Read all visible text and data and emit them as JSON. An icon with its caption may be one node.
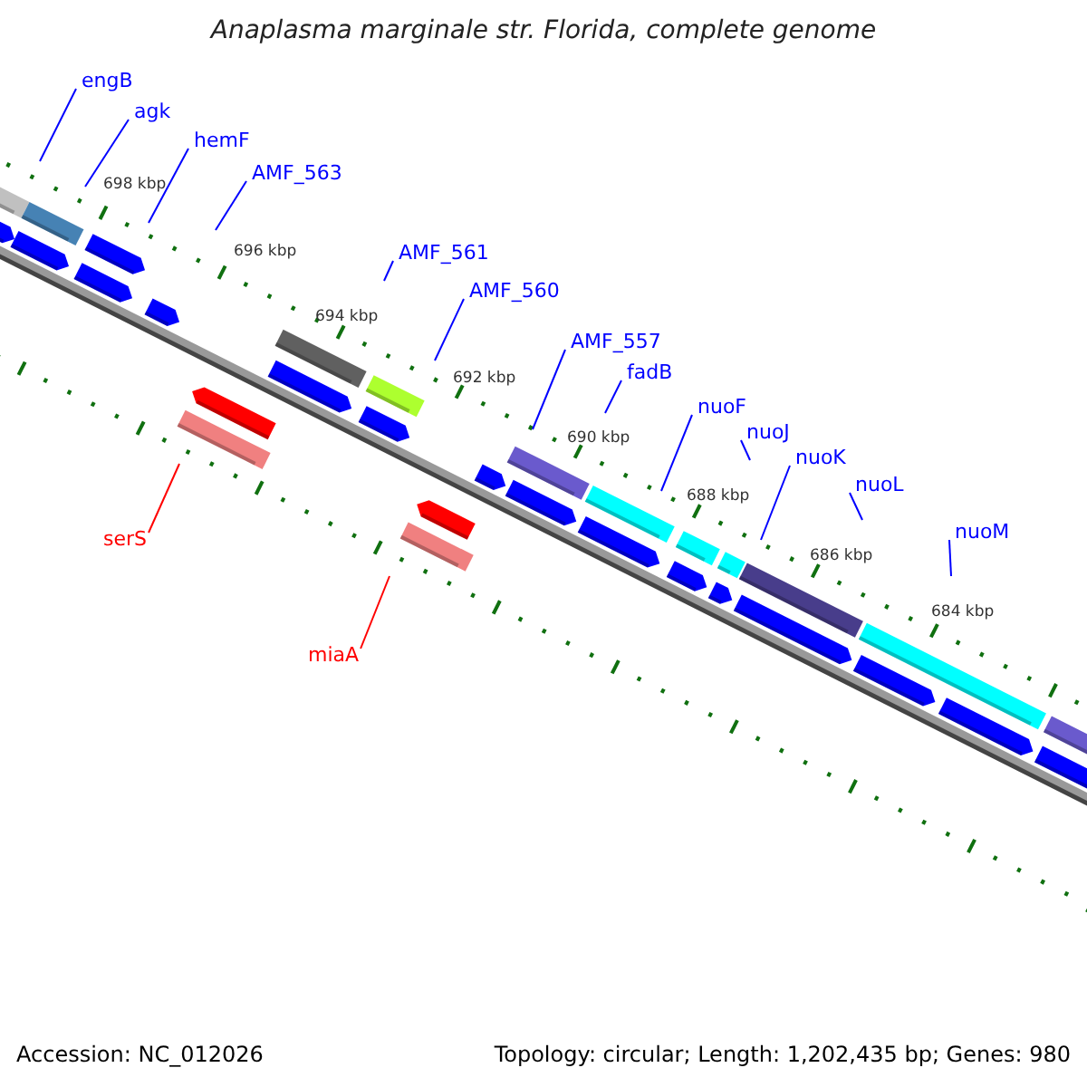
{
  "diagram": {
    "title": "Anaplasma marginale str. Florida, complete genome",
    "nodes": [
      {
        "text": [
          "engB"
        ]
      },
      {
        "text": [
          "agk"
        ]
      },
      {
        "text": [
          "hemF"
        ]
      },
      {
        "text": [
          "AMF_563"
        ]
      },
      {
        "text": [
          "AMF_561"
        ]
      },
      {
        "text": [
          "AMF_560"
        ]
      },
      {
        "text": [
          "AMF_557"
        ]
      },
      {
        "text": [
          "fadB"
        ]
      },
      {
        "text": [
          "nuoF"
        ]
      },
      {
        "text": [
          "nuoJ"
        ]
      },
      {
        "text": [
          "nuoK"
        ]
      },
      {
        "text": [
          "nuoL"
        ]
      },
      {
        "text": [
          "nuoM"
        ]
      },
      {
        "text": [
          "serS"
        ]
      },
      {
        "text": [
          "miaA"
        ]
      }
    ],
    "edges": [
      {
        "from": 0,
        "to": null,
        "arrow": "none"
      },
      {
        "from": 1,
        "to": null,
        "arrow": "none"
      },
      {
        "from": 2,
        "to": null,
        "arrow": "none"
      },
      {
        "from": 3,
        "to": null,
        "arrow": "none"
      },
      {
        "from": 4,
        "to": null,
        "arrow": "none"
      },
      {
        "from": 5,
        "to": null,
        "arrow": "none"
      },
      {
        "from": 6,
        "to": null,
        "arrow": "none"
      },
      {
        "from": 7,
        "to": null,
        "arrow": "none"
      },
      {
        "from": 8,
        "to": null,
        "arrow": "none"
      },
      {
        "from": 9,
        "to": null,
        "arrow": "none"
      },
      {
        "from": 10,
        "to": null,
        "arrow": "none"
      },
      {
        "from": 11,
        "to": null,
        "arrow": "none"
      },
      {
        "from": 12,
        "to": null,
        "arrow": "none"
      },
      {
        "from": 13,
        "to": null,
        "arrow": "none",
        "color": "#ff0000"
      },
      {
        "from": 14,
        "to": null,
        "arrow": "none",
        "color": "#ff0000"
      }
    ],
    "labels": [
      "698 kbp",
      "696 kbp",
      "694 kbp",
      "692 kbp",
      "690 kbp",
      "688 kbp",
      "686 kbp",
      "684 kbp",
      "Accession: NC_012026",
      "Topology: circular; Length: 1,202,435 bp; Genes: 980"
    ]
  }
}
